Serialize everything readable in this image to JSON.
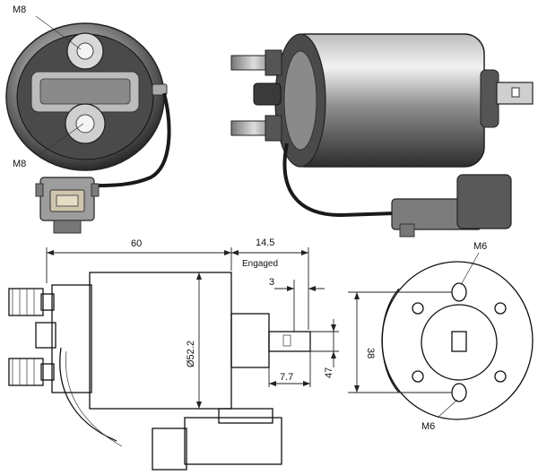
{
  "labels": {
    "top_thread_a": "M8",
    "top_thread_b": "M8",
    "dim_body_length": "60",
    "dim_plunger_travel": "14.5",
    "dim_plunger_caption": "Engaged",
    "dim_small_a": "3",
    "dim_small_b": "7.7",
    "dim_diameter": "Ø52.2",
    "dim_height_small": "47",
    "dim_bolt_spacing": "38",
    "thread_top": "M6",
    "thread_bottom": "M6"
  },
  "colors": {
    "line": "#111111",
    "metal_light": "#d9d9d9",
    "metal_mid": "#9a9a9a",
    "metal_dark": "#3a3a3a",
    "background": "#ffffff"
  }
}
